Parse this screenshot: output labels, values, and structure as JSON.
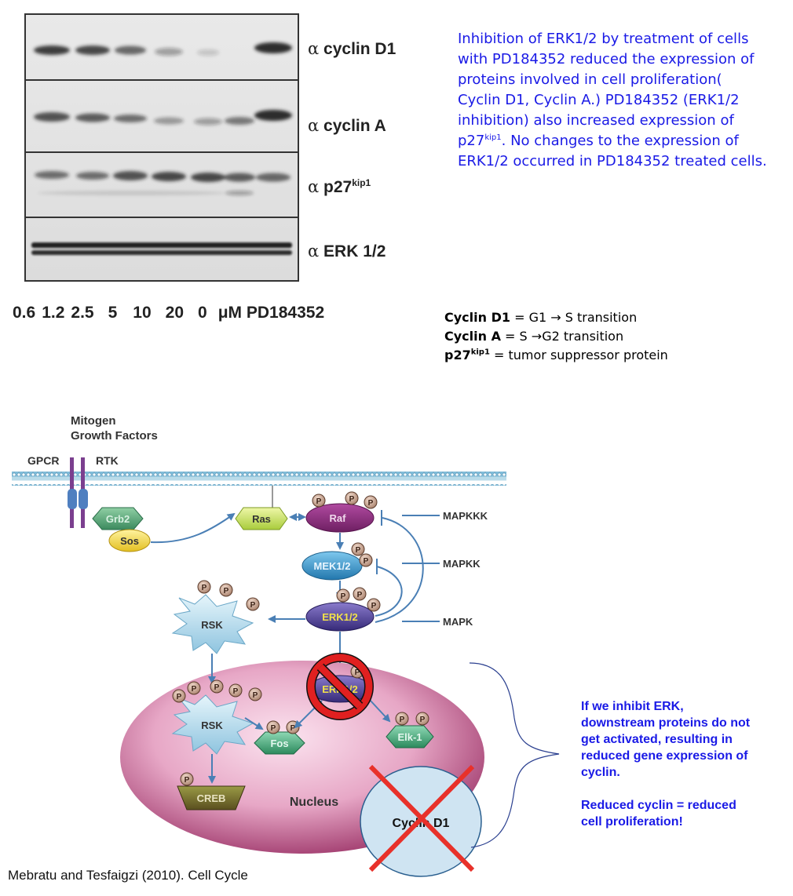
{
  "blot": {
    "labels": [
      {
        "alpha": "α",
        "name": "cyclin D1",
        "sup": ""
      },
      {
        "alpha": "α",
        "name": "cyclin A",
        "sup": ""
      },
      {
        "alpha": "α",
        "name": "p27",
        "sup": "kip1"
      },
      {
        "alpha": "α",
        "name": "ERK 1/2",
        "sup": ""
      }
    ],
    "concentrations": [
      "0.6",
      "1.2",
      "2.5",
      "5",
      "10",
      "20",
      "0"
    ],
    "unit": "μM PD184352"
  },
  "summary": {
    "line1": "Inhibition of ERK1/2 by treatment of cells with PD184352 reduced the expression of proteins involved in cell proliferation( Cyclin D1, Cyclin A.) PD184352 (ERK1/2 inhibition) also increased expression of p27",
    "sup": "kip1",
    "line2": ".  No changes to the expression of ERK1/2 occurred in PD184352 treated cells."
  },
  "definitions": [
    {
      "term": "Cyclin D1",
      "sup": "",
      "text": " = G1 → S transition"
    },
    {
      "term": "Cyclin A",
      "sup": "",
      "text": " = S →G2 transition"
    },
    {
      "term": "p27",
      "sup": "kip1",
      "text": " = tumor suppressor protein"
    }
  ],
  "pathway": {
    "mitogen": "Mitogen",
    "growth": "Growth Factors",
    "gpcr": "GPCR",
    "rtk": "RTK",
    "grb2": "Grb2",
    "sos": "Sos",
    "ras": "Ras",
    "raf": "Raf",
    "mek": "MEK1/2",
    "erk": "ERK1/2",
    "rsk": "RSK",
    "rsk_nuc": "RSK",
    "fos": "Fos",
    "elk": "Elk-1",
    "creb": "CREB",
    "nucleus": "Nucleus",
    "cyclin": "Cyclin D1",
    "mapkkk": "MAPKKK",
    "mapkk": "MAPKK",
    "mapk": "MAPK",
    "p": "P"
  },
  "note": {
    "line1": "If we inhibit ERK, downstream proteins do not get activated, resulting in reduced gene expression of cyclin.",
    "line2": "Reduced cyclin = reduced cell proliferation!"
  },
  "citation": "Mebratu and Tesfaigzi (2010). Cell Cycle",
  "colors": {
    "blue_text": "#1a1ae6",
    "raf": "#8c2c7c",
    "mek": "#2f8fc4",
    "erk": "#4a3a8c",
    "nucleus": "#c8619a",
    "inhibit_red": "#e02020",
    "cross_red": "#e8312a",
    "fos": "#3f9e77",
    "creb": "#6f6a2a"
  }
}
